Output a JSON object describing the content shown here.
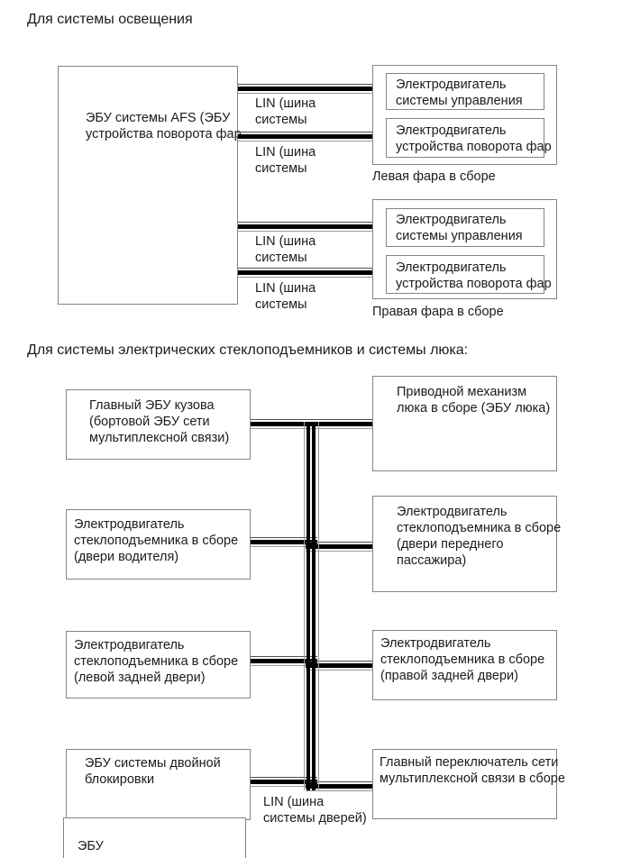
{
  "titles": {
    "lighting": "Для системы освещения",
    "windows": "Для системы электрических стеклоподъемников и системы люка:"
  },
  "lighting_diagram": {
    "afs_ecu": "ЭБУ системы AFS (ЭБУ\nустройства поворота фар",
    "lin_label": "LIN (шина\nсистемы",
    "control_motor": "Электродвигатель\nсистемы управления",
    "swivel_motor": "Электродвигатель\nустройства поворота фар",
    "left_headlamp_caption": "Левая фара в сборе",
    "right_headlamp_caption": "Правая фара в сборе"
  },
  "window_diagram": {
    "body_ecu": "Главный ЭБУ кузова\n(бортовой ЭБУ сети\nмультиплексной связи)",
    "sunroof_drive": "Приводной механизм\nлюка в сборе (ЭБУ люка)",
    "driver_window_motor": "Электродвигатель\nстеклоподъемника в сборе\n(двери водителя)",
    "passenger_window_motor": "Электродвигатель\nстеклоподъемника в сборе\n(двери переднего\nпассажира)",
    "rear_left_window_motor": "Электродвигатель\nстеклоподъемника в сборе\n(левой задней двери)",
    "rear_right_window_motor": "Электродвигатель\nстеклоподъемника в сборе\n(правой задней двери)",
    "double_lock_ecu": "ЭБУ системы двойной\nблокировки",
    "master_switch": "Главный переключатель сети\nмультиплексной связи в сборе",
    "door_lin_label": "LIN (шина\nсистемы дверей)",
    "cutoff_box_text": "ЭБУ"
  }
}
